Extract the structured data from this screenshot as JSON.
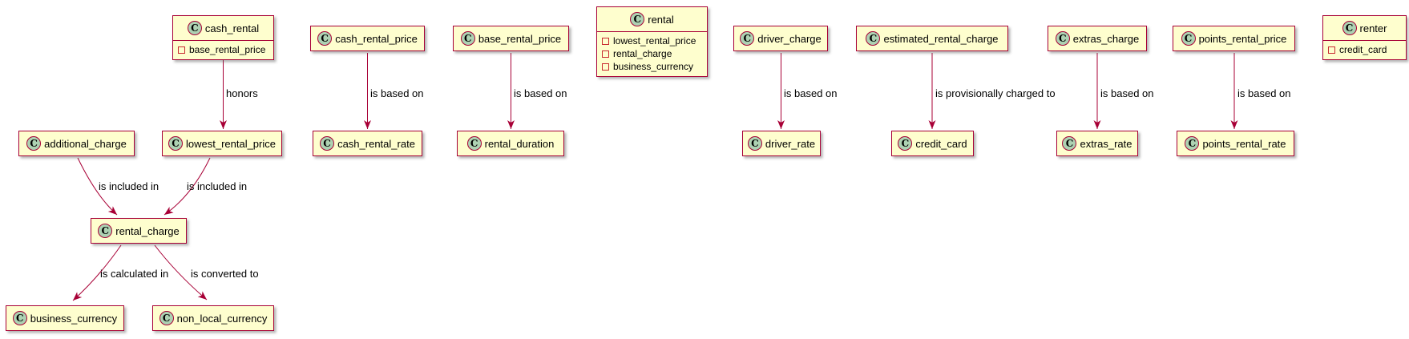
{
  "ui": {
    "class_letter": "C"
  },
  "colors": {
    "box_fill": "#FEFECE",
    "box_border": "#A80036",
    "edge": "#A80036",
    "class_circle_fill": "#ADD1B2",
    "attribute_icon_border": "#C82930",
    "background": "#FFFFFF"
  },
  "nodes": {
    "cash_rental": {
      "title": "cash_rental",
      "attributes": [
        "base_rental_price"
      ]
    },
    "cash_rental_price": {
      "title": "cash_rental_price",
      "attributes": []
    },
    "base_rental_price": {
      "title": "base_rental_price",
      "attributes": []
    },
    "rental": {
      "title": "rental",
      "attributes": [
        "lowest_rental_price",
        "rental_charge",
        "business_currency"
      ]
    },
    "driver_charge": {
      "title": "driver_charge",
      "attributes": []
    },
    "estimated_rental_charge": {
      "title": "estimated_rental_charge",
      "attributes": []
    },
    "extras_charge": {
      "title": "extras_charge",
      "attributes": []
    },
    "points_rental_price": {
      "title": "points_rental_price",
      "attributes": []
    },
    "renter": {
      "title": "renter",
      "attributes": [
        "credit_card"
      ]
    },
    "additional_charge": {
      "title": "additional_charge",
      "attributes": []
    },
    "lowest_rental_price": {
      "title": "lowest_rental_price",
      "attributes": []
    },
    "cash_rental_rate": {
      "title": "cash_rental_rate",
      "attributes": []
    },
    "rental_duration": {
      "title": "rental_duration",
      "attributes": []
    },
    "driver_rate": {
      "title": "driver_rate",
      "attributes": []
    },
    "credit_card": {
      "title": "credit_card",
      "attributes": []
    },
    "extras_rate": {
      "title": "extras_rate",
      "attributes": []
    },
    "points_rental_rate": {
      "title": "points_rental_rate",
      "attributes": []
    },
    "rental_charge": {
      "title": "rental_charge",
      "attributes": []
    },
    "business_currency": {
      "title": "business_currency",
      "attributes": []
    },
    "non_local_currency": {
      "title": "non_local_currency",
      "attributes": []
    }
  },
  "edges": {
    "honors": {
      "from": "cash_rental",
      "to": "lowest_rental_price",
      "label": "honors"
    },
    "cash_based": {
      "from": "cash_rental_price",
      "to": "cash_rental_rate",
      "label": "is based on"
    },
    "base_based": {
      "from": "base_rental_price",
      "to": "rental_duration",
      "label": "is based on"
    },
    "driver_based": {
      "from": "driver_charge",
      "to": "driver_rate",
      "label": "is based on"
    },
    "estimated_charged": {
      "from": "estimated_rental_charge",
      "to": "credit_card",
      "label": "is provisionally charged to"
    },
    "extras_based": {
      "from": "extras_charge",
      "to": "extras_rate",
      "label": "is based on"
    },
    "points_based": {
      "from": "points_rental_price",
      "to": "points_rental_rate",
      "label": "is based on"
    },
    "additional_included": {
      "from": "additional_charge",
      "to": "rental_charge",
      "label": "is included in"
    },
    "lowest_included": {
      "from": "lowest_rental_price",
      "to": "rental_charge",
      "label": "is included in"
    },
    "calculated": {
      "from": "rental_charge",
      "to": "business_currency",
      "label": "is calculated in"
    },
    "converted": {
      "from": "rental_charge",
      "to": "non_local_currency",
      "label": "is converted to"
    }
  }
}
